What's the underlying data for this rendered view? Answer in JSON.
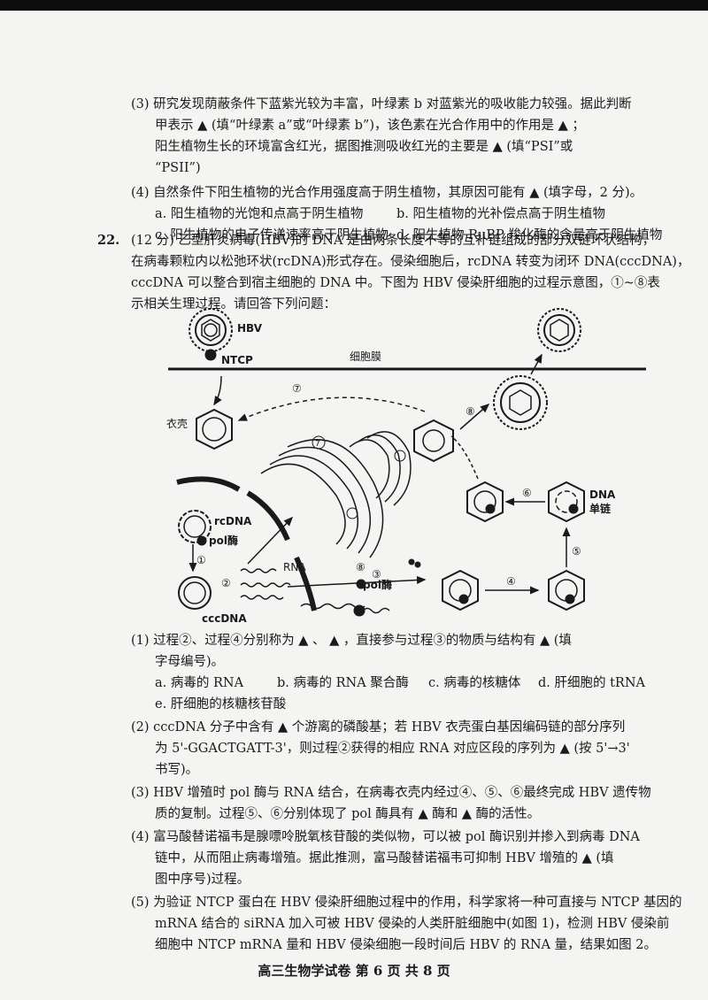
{
  "page": {
    "q21": {
      "p3_l1": "(3) 研究发现荫蔽条件下蓝紫光较为丰富，叶绿素 b 对蓝紫光的吸收能力较强。据此判断",
      "p3_l2": "甲表示 ▲ (填“叶绿素 a”或“叶绿素 b”)，该色素在光合作用中的作用是 ▲ ；",
      "p3_l3": "阳生植物生长的环境富含红光，据图推测吸收红光的主要是 ▲ (填“PSI”或",
      "p3_l4": "“PSII”)",
      "p4_l1": "(4) 自然条件下阳生植物的光合作用强度高于阴生植物，其原因可能有 ▲ (填字母，2 分)。",
      "opt_a": "a. 阳生植物的光饱和点高于阴生植物",
      "opt_b": "b. 阳生植物的光补偿点高于阴生植物",
      "opt_c": "c. 阳生植物的电子传递速率高于阴生植物",
      "opt_d": "d. 阳生植物 RuBP 羧化酶的含量高于阴生植物"
    },
    "q22": {
      "num": "22.",
      "intro_l1": "(12 分) 乙型肝炎病毒(HBV)的 DNA 是由两条长度不等的互补链组成的部分双链环状结构，",
      "intro_l2": "在病毒颗粒内以松弛环状(rcDNA)形式存在。侵染细胞后，rcDNA 转变为闭环 DNA(cccDNA)，",
      "intro_l3": "cccDNA 可以整合到宿主细胞的 DNA 中。下图为 HBV 侵染肝细胞的过程示意图，①~⑧表",
      "intro_l4": "示相关生理过程。请回答下列问题：",
      "diagram": {
        "hbv": "HBV",
        "ntcp": "NTCP",
        "membrane": "细胞膜",
        "capsid": "衣壳",
        "rcdna": "rcDNA",
        "pol": "pol酶",
        "cccdna": "cccDNA",
        "rna": "RNA",
        "pol2": "pol酶",
        "dna_single_1": "DNA",
        "dna_single_2": "单链",
        "s1": "①",
        "s2": "②",
        "s3": "③",
        "s4": "④",
        "s5": "⑤",
        "s6": "⑥",
        "s7": "⑦",
        "s8": "⑧"
      },
      "q1_l1": "(1) 过程②、过程④分别称为 ▲ 、 ▲ ，直接参与过程③的物质与结构有 ▲ (填",
      "q1_l2": "字母编号)。",
      "q1_a": "a. 病毒的 RNA",
      "q1_b": "b. 病毒的 RNA 聚合酶",
      "q1_c": "c. 病毒的核糖体",
      "q1_d": "d. 肝细胞的 tRNA",
      "q1_e": "e. 肝细胞的核糖核苷酸",
      "q2_l1": "(2) cccDNA 分子中含有 ▲ 个游离的磷酸基；若 HBV 衣壳蛋白基因编码链的部分序列",
      "q2_l2": "为 5'-GGACTGATT-3'，则过程②获得的相应 RNA 对应区段的序列为 ▲ (按 5'→3'",
      "q2_l3": "书写)。",
      "q3_l1": "(3) HBV 增殖时 pol 酶与 RNA 结合，在病毒衣壳内经过④、⑤、⑥最终完成 HBV 遗传物",
      "q3_l2": "质的复制。过程⑤、⑥分别体现了 pol 酶具有 ▲ 酶和 ▲ 酶的活性。",
      "q4_l1": "(4) 富马酸替诺福韦是腺嘌呤脱氧核苷酸的类似物，可以被 pol 酶识别并掺入到病毒 DNA",
      "q4_l2": "链中，从而阻止病毒增殖。据此推测，富马酸替诺福韦可抑制 HBV 增殖的 ▲ (填",
      "q4_l3": "图中序号)过程。",
      "q5_l1": "(5) 为验证 NTCP 蛋白在 HBV 侵染肝细胞过程中的作用，科学家将一种可直接与 NTCP 基因的",
      "q5_l2": "mRNA 结合的 siRNA 加入可被 HBV 侵染的人类肝脏细胞中(如图 1)，检测 HBV 侵染前",
      "q5_l3": "细胞中 NTCP mRNA 量和 HBV 侵染细胞一段时间后 HBV 的 RNA 量，结果如图 2。"
    },
    "footer": "高三生物学试卷  第 6 页 共 8 页"
  }
}
